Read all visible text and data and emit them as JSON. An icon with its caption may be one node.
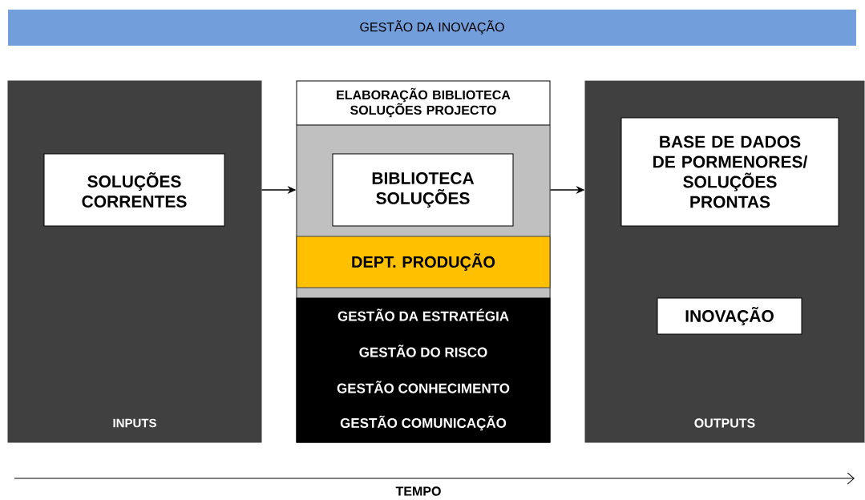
{
  "diagram": {
    "title": "GESTÃO DA INOVAÇÃO",
    "nodes": [
      {
        "text": [
          "INPUTS"
        ]
      },
      {
        "text": [
          "SOLUÇÕES CORRENTES"
        ],
        "in": 0
      },
      {
        "text": [
          "ELABORAÇÃO BIBLIOTECA SOLUÇÕES PROJECTO"
        ]
      },
      {
        "text": [
          "BIBLIOTECA SOLUÇÕES"
        ],
        "in": 2
      },
      {
        "text": [
          "DEPT. PRODUÇÃO"
        ],
        "in": 2
      },
      {
        "text": [
          "GESTÃO DA ESTRATÉGIA",
          "GESTÃO DO RISCO",
          "GESTÃO CONHECIMENTO",
          "GESTÃO COMUNICAÇÃO"
        ],
        "in": 2
      },
      {
        "text": [
          "OUTPUTS"
        ]
      },
      {
        "text": [
          "BASE DE DADOS DE PORMENORES/ SOLUÇÕES PRONTAS"
        ],
        "in": 6
      },
      {
        "text": [
          "INOVAÇÃO"
        ],
        "in": 6
      }
    ],
    "edges": [
      {
        "from": 0,
        "to": 2,
        "arrow": "to"
      },
      {
        "from": 2,
        "to": 6,
        "arrow": "to"
      }
    ],
    "labels": [
      "TEMPO"
    ]
  }
}
